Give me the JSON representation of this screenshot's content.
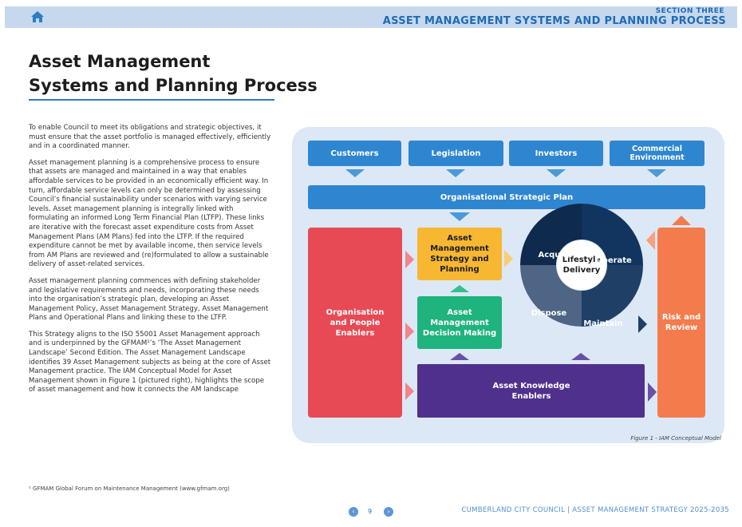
{
  "header": {
    "section": "SECTION THREE",
    "title": "ASSET MANAGEMENT SYSTEMS AND PLANNING PROCESS",
    "icon": "home-icon",
    "accent": "#1f6bb3",
    "bar_color": "#c6d8ee"
  },
  "page": {
    "title_line1": "Asset Management",
    "title_line2": "Systems and Planning Process",
    "paragraphs": [
      "To enable Council to meet its obligations and strategic objectives, it must ensure that the asset portfolio is managed effectively, efficiently and in a coordinated manner.",
      "Asset management planning is a comprehensive process to ensure that assets are managed and maintained in a way that enables affordable services to be provided in an economically efficient way. In turn, affordable service levels can only be determined by assessing Council’s financial sustainability under scenarios with varying service levels. Asset management planning is integrally linked with formulating an informed Long Term Financial Plan (LTFP). These links are iterative with the forecast asset expenditure costs from Asset Management Plans (AM Plans) fed into the LTFP. If the required expenditure cannot be met by available income, then service levels from AM Plans are reviewed and (re)formulated to allow a sustainable delivery of asset-related services.",
      "Asset management planning commences with defining stakeholder and legislative requirements and needs, incorporating these needs into the organisation’s strategic plan, developing an Asset Management Policy, Asset Management Strategy, Asset Management Plans and Operational Plans and linking these to the LTFP.",
      "This Strategy aligns to the ISO 55001 Asset Management approach and is underpinned by the GFMAM¹’s ‘The Asset Management Landscape’ Second Edition. The Asset Management Landscape identifies 39 Asset Management subjects as being at the core of Asset Management practice. The IAM Conceptual Model for Asset Management shown in Figure 1 (pictured right), highlights the scope of asset management and how it connects the AM landscape"
    ],
    "footnote": "¹  GFMAM Global Forum on Maintenance Management (www.gfmam.org)"
  },
  "figure": {
    "top_boxes": [
      "Customers",
      "Legislation",
      "Investors",
      "Commercial Environment"
    ],
    "strategic_plan": "Organisational Strategic Plan",
    "left_enablers": "Organisation and People Enablers",
    "am_strategy": "Asset Management Strategy and Planning",
    "am_decision": "Asset Management Decision Making",
    "knowledge": "Asset Knowledge Enablers",
    "risk": "Risk and Review",
    "lifecycle_center": "Lifestyle Delivery",
    "lifecycle": [
      "Acquire",
      "Operate",
      "Maintain",
      "Dispose"
    ],
    "caption": "Figure 1 - IAM Conceptual Model",
    "colors": {
      "blue": "#2f86d0",
      "red": "#e84a55",
      "yellow": "#f7b733",
      "green": "#1fb37e",
      "purple": "#50308d",
      "orange": "#f47b4c",
      "navy1": "#0e2a4d",
      "navy2": "#1f3f66",
      "navy3": "#4e6585"
    }
  },
  "footer": {
    "page_number": "9",
    "prev_icon": "chevron-left-icon",
    "next_icon": "chevron-right-icon",
    "brand": "CUMBERLAND CITY COUNCIL  |  ASSET MANAGEMENT STRATEGY 2025-2035"
  }
}
